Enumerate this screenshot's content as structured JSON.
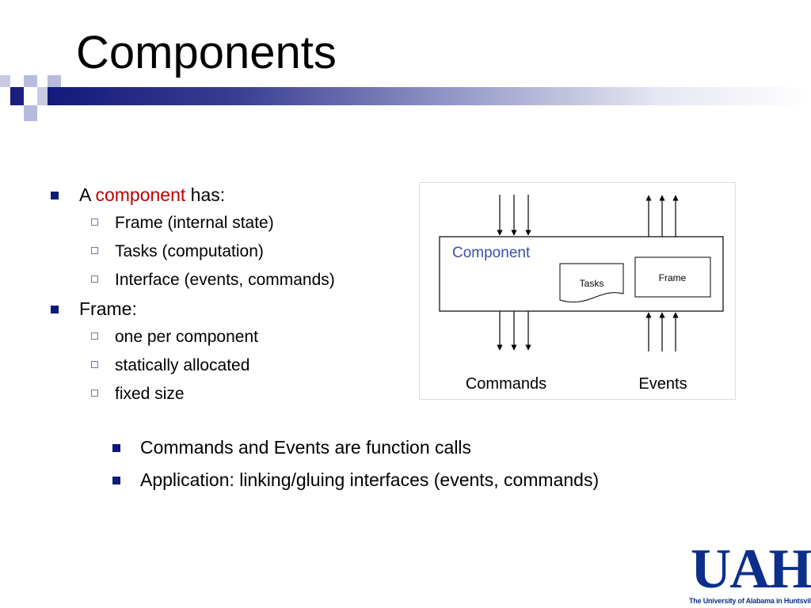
{
  "slide": {
    "title": "Components",
    "bullets": [
      {
        "prefix": "A ",
        "highlight": "component",
        "suffix": " has:",
        "subitems": [
          "Frame (internal state)",
          "Tasks (computation)",
          "Interface (events, commands)"
        ]
      },
      {
        "text": "Frame:",
        "subitems": [
          "one per component",
          "statically allocated",
          "fixed size"
        ]
      }
    ],
    "lower_bullets": [
      "Commands and Events are function calls",
      "Application: linking/gluing interfaces (events, commands)"
    ]
  },
  "diagram": {
    "component_label": "Component",
    "tasks_label": "Tasks",
    "frame_label": "Frame",
    "commands_label": "Commands",
    "events_label": "Events"
  },
  "logo": {
    "letters": "UAH",
    "subtitle": "The University of Alabama in Huntsville"
  },
  "colors": {
    "bullet": "#0c1a7a",
    "accent": "#c00000",
    "component_label": "#3b4fa6",
    "logo": "#0c2f8c"
  }
}
